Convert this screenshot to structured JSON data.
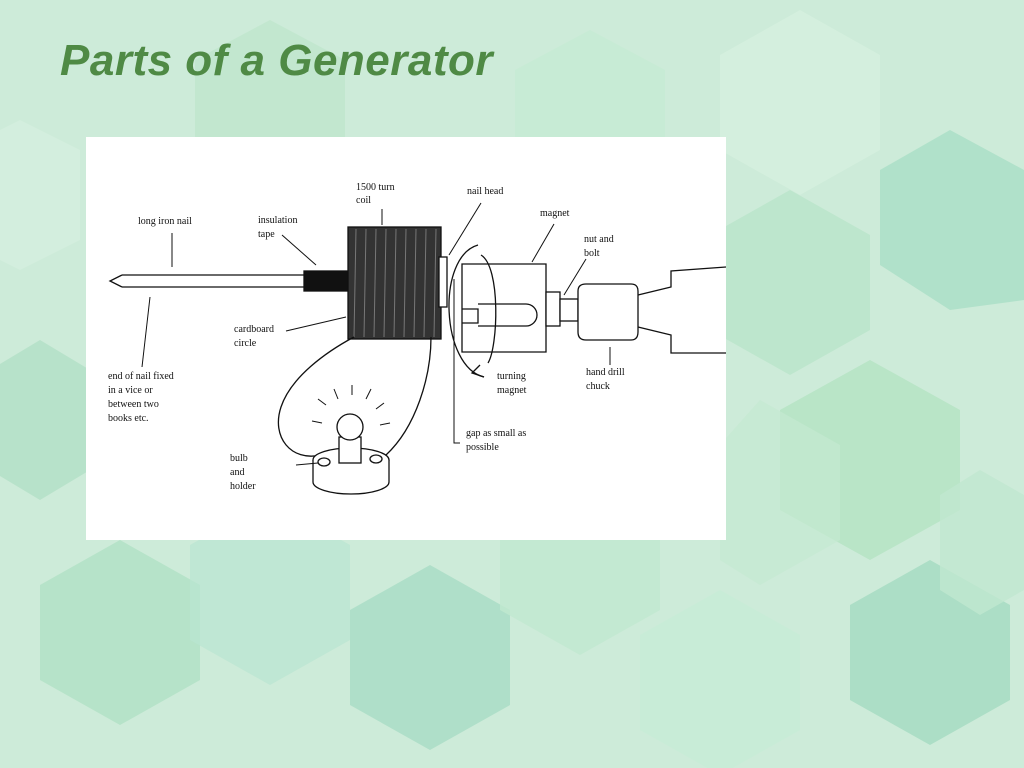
{
  "slide": {
    "title": "Parts of a Generator"
  },
  "diagram": {
    "labels": {
      "long_iron_nail": "long iron nail",
      "insulation_tape_1": "insulation",
      "insulation_tape_2": "tape",
      "coil_1": "1500 turn",
      "coil_2": "coil",
      "nail_head": "nail head",
      "magnet": "magnet",
      "nut_bolt_1": "nut and",
      "nut_bolt_2": "bolt",
      "cardboard_1": "cardboard",
      "cardboard_2": "circle",
      "end_nail_1": "end of nail fixed",
      "end_nail_2": "in a vice or",
      "end_nail_3": "between two",
      "end_nail_4": "books etc.",
      "turning_1": "turning",
      "turning_2": "magnet",
      "hand_drill_1": "hand drill",
      "hand_drill_2": "chuck",
      "gap_1": "gap as small as",
      "gap_2": "possible",
      "bulb_1": "bulb",
      "bulb_2": "and",
      "bulb_3": "holder"
    }
  }
}
